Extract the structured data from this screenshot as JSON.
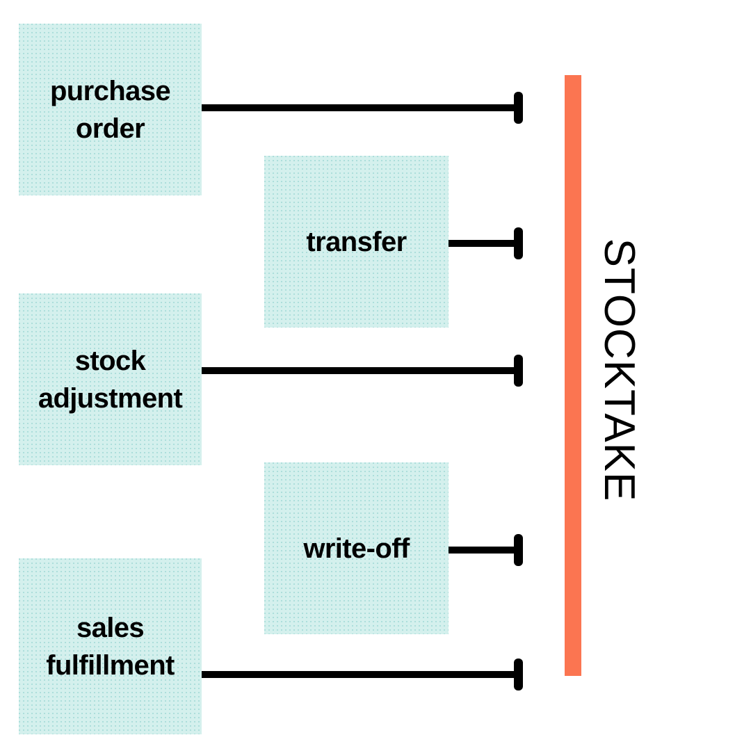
{
  "diagram": {
    "type": "flow-convergence",
    "title_visible": false,
    "colors": {
      "node_fill": "#d4f0ed",
      "node_dot_texture": "#78c8c4",
      "connector": "#000000",
      "target_bar": "#fb7551",
      "text": "#000000",
      "background": "#ffffff"
    },
    "source_nodes": [
      {
        "id": "purchase-order",
        "label": "purchase\norder",
        "connector_length": "long"
      },
      {
        "id": "transfer",
        "label": "transfer",
        "connector_length": "short"
      },
      {
        "id": "stock-adjustment",
        "label": "stock\nadjustment",
        "connector_length": "long"
      },
      {
        "id": "write-off",
        "label": "write-off",
        "connector_length": "short"
      },
      {
        "id": "sales-fulfillment",
        "label": "sales\nfulfillment",
        "connector_length": "long"
      }
    ],
    "target": {
      "id": "stocktake",
      "label": "STOCKTAKE",
      "orientation": "vertical-rotated-90"
    }
  }
}
